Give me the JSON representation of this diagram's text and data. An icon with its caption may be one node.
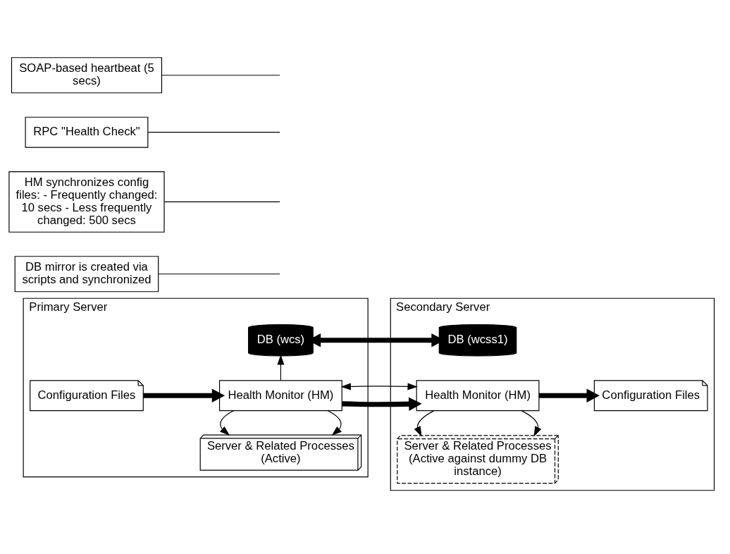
{
  "diagram": {
    "nodes": [
      {
        "text": [
          "Primary Server"
        ]
      },
      {
        "text": [
          "DB (wcs)"
        ],
        "in": 0
      },
      {
        "text": [
          "Configuration Files"
        ],
        "in": 0
      },
      {
        "text": [
          "Health Monitor (HM)"
        ],
        "in": 0
      },
      {
        "text": [
          "Server & Related Processes (Active)"
        ],
        "in": 0
      },
      {
        "text": [
          "Secondary Server"
        ]
      },
      {
        "text": [
          "DB (wcss1)"
        ],
        "in": 5
      },
      {
        "text": [
          "Health Monitor (HM)"
        ],
        "in": 5
      },
      {
        "text": [
          "Configuration Files"
        ],
        "in": 5
      },
      {
        "text": [
          "Server & Related Processes (Active against dummy DB instance)"
        ],
        "in": 5
      },
      {
        "text": [
          "DB mirror is created via scripts and synchronized"
        ]
      },
      {
        "text": [
          "HM synchronizes config files: - Frequently changed: 10 secs - Less frequently changed: 500 secs"
        ]
      },
      {
        "text": [
          "RPC \"Health Check\""
        ]
      },
      {
        "text": [
          "SOAP-based heartbeat (5 secs)"
        ]
      }
    ],
    "edges": [
      {
        "from": 1,
        "to": 6,
        "arrow": "both",
        "style": "thick"
      },
      {
        "from": 3,
        "to": 1,
        "arrow": "to"
      },
      {
        "from": 2,
        "to": 3,
        "arrow": "to",
        "style": "thick"
      },
      {
        "from": 3,
        "to": 7,
        "arrow": "to",
        "style": "thick"
      },
      {
        "from": 7,
        "to": 8,
        "arrow": "to",
        "style": "thick"
      },
      {
        "from": 3,
        "to": 7,
        "arrow": "both"
      },
      {
        "from": 3,
        "to": 4,
        "arrow": "to"
      },
      {
        "from": 3,
        "to": 4,
        "arrow": "to"
      },
      {
        "from": 7,
        "to": 9,
        "arrow": "to"
      },
      {
        "from": 7,
        "to": 9,
        "arrow": "to"
      },
      {
        "from": 10,
        "to": null,
        "arrow": "none"
      },
      {
        "from": 11,
        "to": null,
        "arrow": "none"
      },
      {
        "from": 12,
        "to": null,
        "arrow": "none"
      },
      {
        "from": 13,
        "to": null,
        "arrow": "none"
      }
    ]
  }
}
